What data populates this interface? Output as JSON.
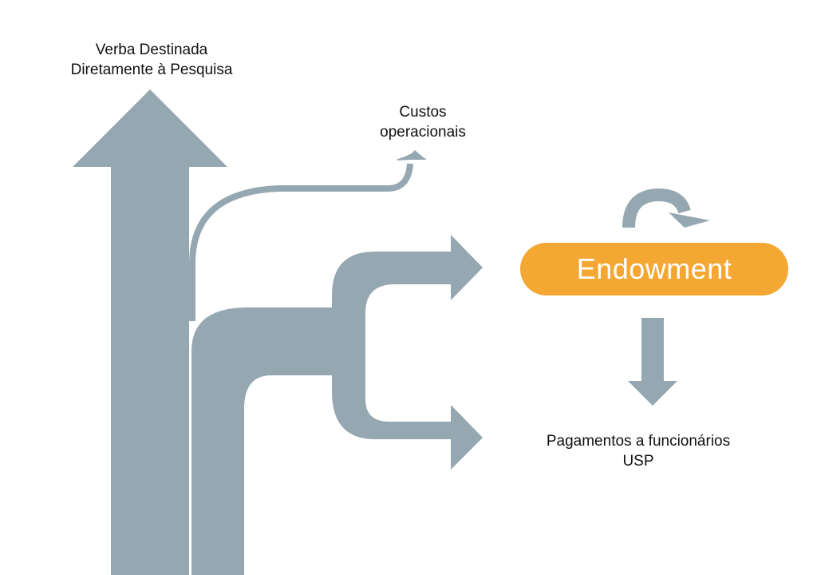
{
  "colors": {
    "arrow": "#95a8b2",
    "endowment": "#f4a733",
    "endowment_text": "#ffffff",
    "text": "#111111"
  },
  "labels": {
    "research_line1": "Verba Destinada",
    "research_line2": "Diretamente à Pesquisa",
    "costs_line1": "Custos",
    "costs_line2": "operacionais",
    "endowment": "Endowment",
    "payments_line1": "Pagamentos a funcionários",
    "payments_line2": "USP"
  }
}
